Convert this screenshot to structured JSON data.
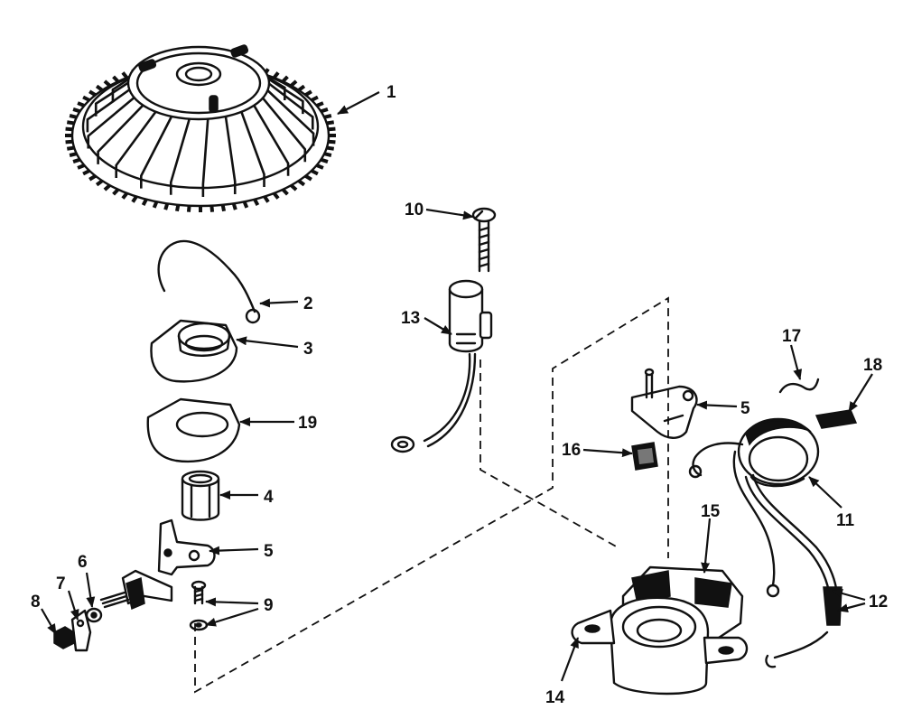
{
  "diagram": {
    "callouts": [
      {
        "id": "c1",
        "label": "1"
      },
      {
        "id": "c2",
        "label": "2"
      },
      {
        "id": "c3",
        "label": "3"
      },
      {
        "id": "c19",
        "label": "19"
      },
      {
        "id": "c4",
        "label": "4"
      },
      {
        "id": "c5a",
        "label": "5"
      },
      {
        "id": "c5b",
        "label": "5"
      },
      {
        "id": "c6",
        "label": "6"
      },
      {
        "id": "c7",
        "label": "7"
      },
      {
        "id": "c8",
        "label": "8"
      },
      {
        "id": "c9",
        "label": "9"
      },
      {
        "id": "c10",
        "label": "10"
      },
      {
        "id": "c13",
        "label": "13"
      },
      {
        "id": "c11",
        "label": "11"
      },
      {
        "id": "c12",
        "label": "12"
      },
      {
        "id": "c14",
        "label": "14"
      },
      {
        "id": "c15",
        "label": "15"
      },
      {
        "id": "c16",
        "label": "16"
      },
      {
        "id": "c17",
        "label": "17"
      },
      {
        "id": "c18",
        "label": "18"
      }
    ],
    "parts": [
      "flywheel",
      "wire-clip",
      "dust-cover-plate",
      "gasket",
      "bushing",
      "breaker-arm",
      "washer",
      "terminal",
      "nut",
      "screw-and-washer",
      "condenser-screw",
      "condenser",
      "armature-coil",
      "coil-leads",
      "breaker-box",
      "contact-set",
      "cam-wiper",
      "spring-clip",
      "felt-pad",
      "breaker-bracket"
    ]
  }
}
